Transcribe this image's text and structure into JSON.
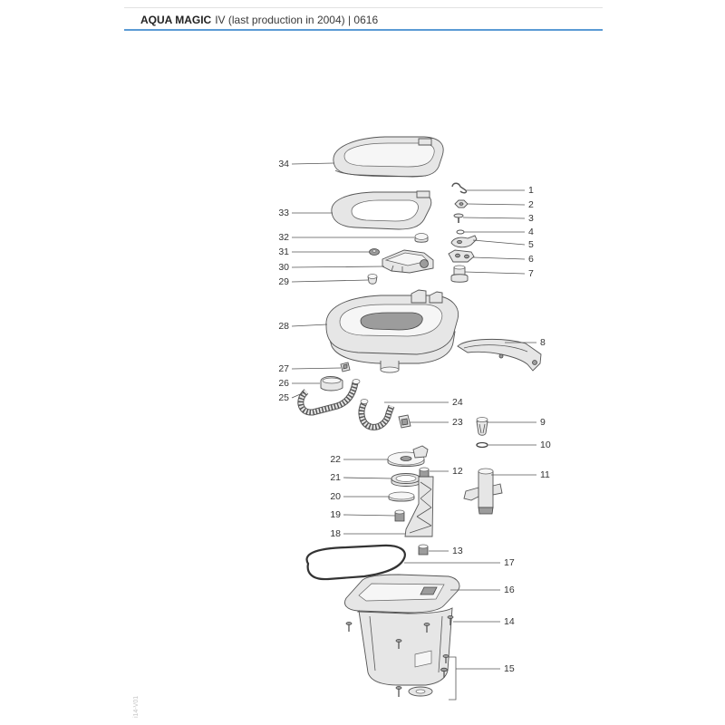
{
  "header": {
    "brand": "AQUA MAGIC",
    "title": "IV (last production in 2004) | 0616"
  },
  "callouts": [
    "1",
    "2",
    "3",
    "4",
    "5",
    "6",
    "7",
    "8",
    "9",
    "10",
    "11",
    "12",
    "13",
    "14",
    "15",
    "16",
    "17",
    "18",
    "19",
    "20",
    "21",
    "22",
    "23",
    "24",
    "25",
    "26",
    "27",
    "28",
    "29",
    "30",
    "31",
    "32",
    "33",
    "34"
  ],
  "side_code": "i14-V01",
  "colors": {
    "accent_rule": "#5b9bd5",
    "text": "#333333",
    "part_stroke": "#555555",
    "part_fill": "#e6e6e6"
  }
}
